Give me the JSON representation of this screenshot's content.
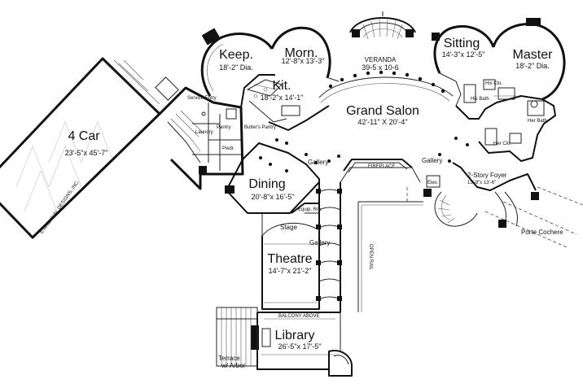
{
  "rooms": {
    "four_car": {
      "name": "4 Car",
      "dims": "23'-5\"x 45'-7\""
    },
    "keep": {
      "name": "Keep.",
      "dims": "18'-2\" Dia."
    },
    "morn": {
      "name": "Morn.",
      "dims": "12'-8\"x 13'-3\""
    },
    "kit": {
      "name": "Kit.",
      "dims": "18'-2\"x 14'-1\""
    },
    "veranda": {
      "name": "VERANDA",
      "dims": "39-5 x 10-6"
    },
    "sitting": {
      "name": "Sitting",
      "dims": "14'-3\"x 12'-5\""
    },
    "master": {
      "name": "Master",
      "dims": "18'-2\" Dia."
    },
    "grand_salon": {
      "name": "Grand Salon",
      "dims": "42'-11\" X 20'-4\""
    },
    "dining": {
      "name": "Dining",
      "dims": "20'-8\"x 16'-5\""
    },
    "theatre": {
      "name": "Theatre",
      "dims": "14'-7\"x 21'-2\""
    },
    "library": {
      "name": "Library",
      "dims": "26'-5\"x 17'-5\""
    },
    "foyer": {
      "name": "2-Story Foyer",
      "dims": "13'-8\"x 13'-6\""
    }
  },
  "labels": {
    "gallery_west": "Gallery",
    "gallery_east": "Gallery",
    "gallery_theatre": "Gallery",
    "porte_cochere": "Porte Cochere",
    "stage": "Stage",
    "equip_rm": "Equip. Rm.",
    "service_entry": "Service Entry",
    "laundry": "Laundry",
    "pantry": "Pantry",
    "butlers_pantry": "Butler's Pantry",
    "pwdr": "Pwdr.",
    "his_clo": "His Clo.",
    "his_bath": "His Bath",
    "her_bath": "Her Bath",
    "her_clo": "Her Clo.",
    "elev": "Elev.",
    "terrace_1": "Terrace",
    "terrace_2": "w/ Arbor",
    "copyright": "© ARCHIVAL DESIGNS, INC.",
    "fireplace": "FIREPLACE",
    "open_rail": "OPEN RAIL",
    "balcony_above": "BALCONY ABOVE"
  }
}
